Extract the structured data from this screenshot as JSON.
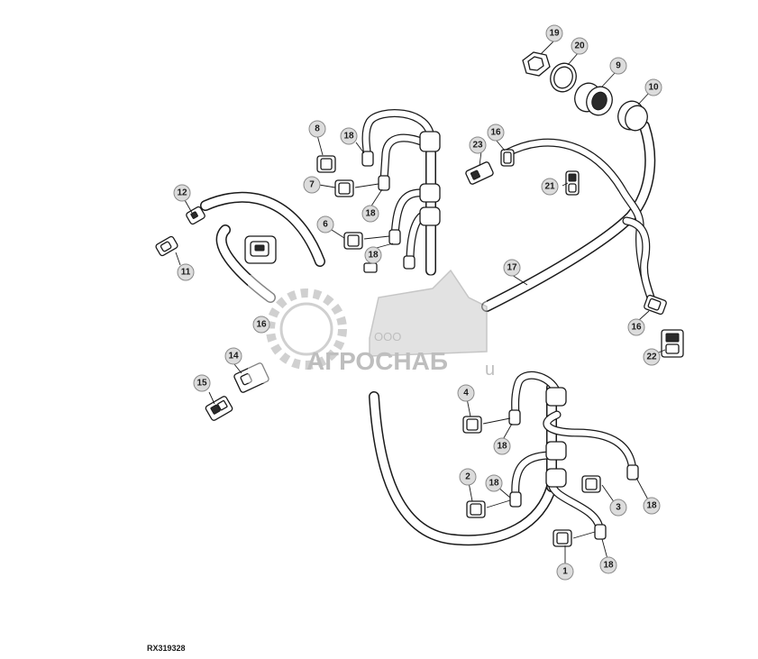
{
  "diagram": {
    "reference_code": "RX319328",
    "callouts": [
      "1",
      "2",
      "3",
      "4",
      "6",
      "7",
      "8",
      "9",
      "10",
      "11",
      "12",
      "14",
      "15",
      "16",
      "17",
      "18",
      "19",
      "20",
      "21",
      "22",
      "23"
    ]
  },
  "watermark": {
    "prefix": "ООО",
    "name": "АГРОСНАБ",
    "suffix": "u"
  }
}
